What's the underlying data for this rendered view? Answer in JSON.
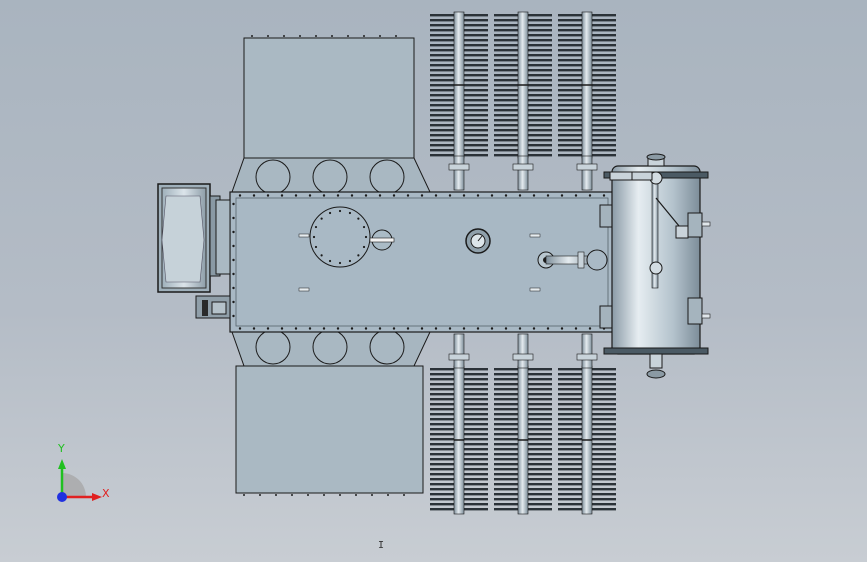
{
  "window": {
    "title": ""
  },
  "viewport": {
    "background_top": "#a9b4bf",
    "background_bottom": "#c8cdd3",
    "model": {
      "body_color": "#a8b8c4",
      "edge_color": "#1a1a1a",
      "tank_color": "#b8c8d2",
      "conservator_highlight": "#e8eef2"
    }
  },
  "triad": {
    "x_label": "X",
    "y_label": "Y",
    "x_color": "#e02020",
    "y_color": "#20c020",
    "z_color": "#2030e0"
  },
  "cursor_glyph": "I"
}
